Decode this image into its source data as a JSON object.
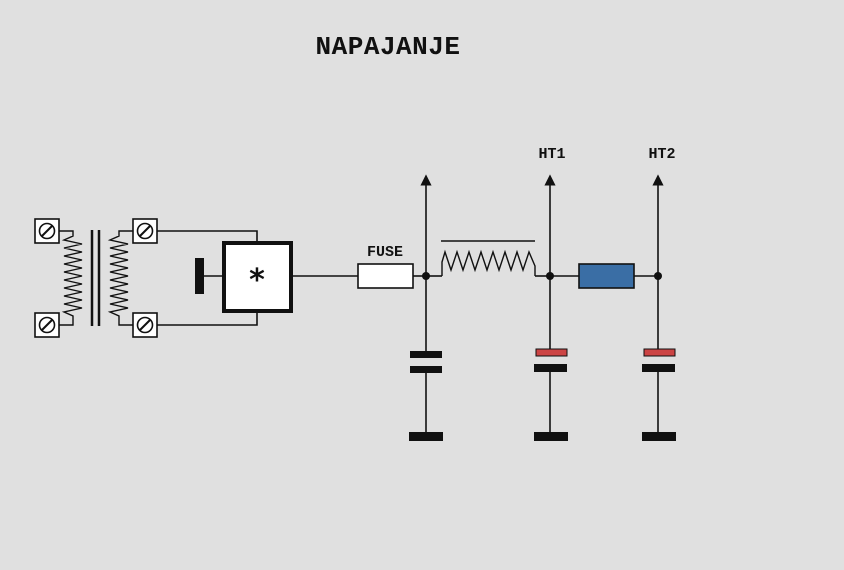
{
  "title": "NAPAJANJE",
  "labels": {
    "fuse": "FUSE",
    "ht1": "HT1",
    "ht2": "HT2",
    "rectifier_symbol": "*"
  },
  "colors": {
    "background": "#e0e0e0",
    "line": "#111111",
    "electrolytic_plate": "#cc4444",
    "resistor_fill": "#3a6ea5",
    "fuse_fill": "#ffffff"
  }
}
